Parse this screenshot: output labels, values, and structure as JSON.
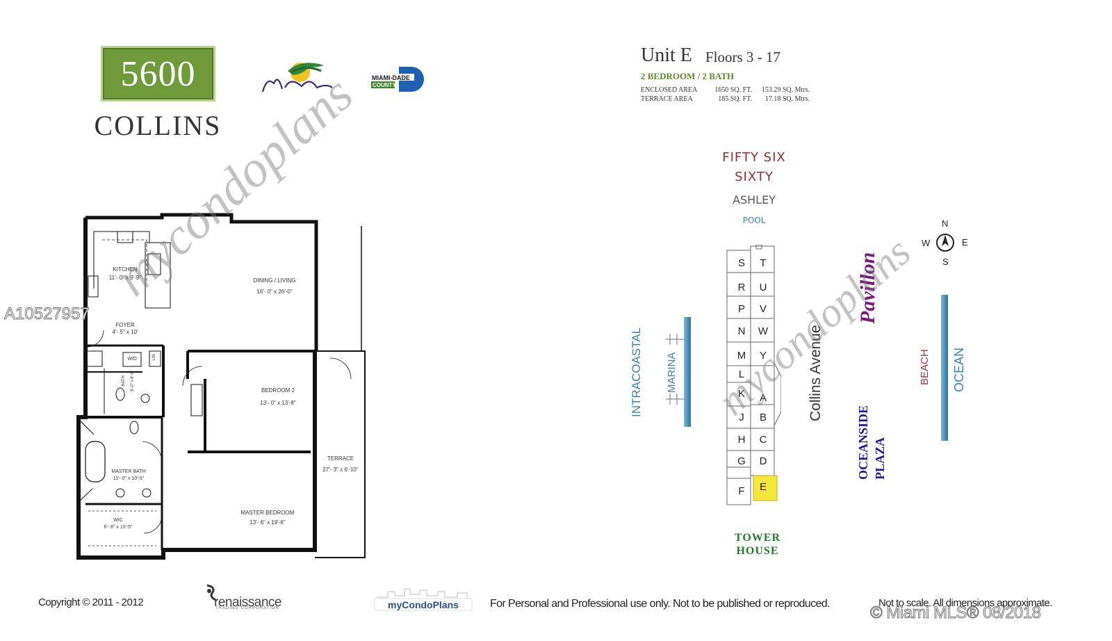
{
  "header": {
    "logo_number": "5600",
    "logo_name": "COLLINS",
    "miami_beach_logo": "Miami Beach",
    "miami_dade_top": "MIAMI-DADE",
    "miami_dade_bottom": "COUNTY"
  },
  "unit": {
    "title": "Unit E",
    "floors": "Floors 3 - 17",
    "bedrooms": "2 BEDROOM / 2 BATH",
    "areas": [
      {
        "label": "ENCLOSED AREA",
        "sqft": "1650 SQ. FT.",
        "mtrs": "153.29 SQ. Mtrs."
      },
      {
        "label": "TERRACE AREA",
        "sqft": "185 SQ. FT.",
        "mtrs": "17.18 SQ. Mtrs."
      }
    ]
  },
  "floorplan": {
    "rooms": {
      "kitchen": "KITCHEN",
      "kitchen_dim": "11'- 0\" x 9'-9\"",
      "dining": "DINING / LIVING",
      "dining_dim": "16'- 0\" x 26'-0\"",
      "foyer": "FOYER",
      "foyer_dim": "4'- 5\" x 10'",
      "bedroom2": "BEDROOM 2",
      "bedroom2_dim": "13'- 0\" x 13'-8\"",
      "terrace": "TERRACE",
      "terrace_dim": "27'- 3\" x 6'-10\"",
      "master_bath": "MASTER BATH",
      "master_bath_dim": "11'- 0\" x 10'-5\"",
      "wic": "WIC",
      "wic_dim": "6'- 8\" x 10'-5\"",
      "master_bedroom": "MASTER BEDROOM",
      "master_bedroom_dim": "13'- 6\" x 19'-6\"",
      "bath": "BATH",
      "bath_dim": "5'-0\" x 8'-8\"",
      "wd": "W/D",
      "lin": "LIN"
    }
  },
  "sitemap": {
    "north_buildings": [
      "FIFTY SIX",
      "SIXTY",
      "ASHLEY"
    ],
    "pool": "POOL",
    "left_column": [
      "S",
      "R",
      "P",
      "N",
      "M",
      "L",
      "K",
      "J",
      "H",
      "G",
      "F"
    ],
    "right_column": [
      "T",
      "U",
      "V",
      "W",
      "Y",
      "A",
      "B",
      "C",
      "D",
      "E"
    ],
    "highlighted_unit": "E",
    "intracoastal": "INTRACOASTAL",
    "marina": "MARINA",
    "collins_avenue": "Collins Avenue",
    "pavillon": "Pavillon",
    "oceanside": "OCEANSIDE",
    "plaza": "PLAZA",
    "beach": "BEACH",
    "ocean": "OCEAN",
    "tower_house_1": "TOWER",
    "tower_house_2": "HOUSE",
    "compass": {
      "n": "N",
      "s": "S",
      "e": "E",
      "w": "W"
    },
    "highlight_color": "#f5e63a",
    "water_color": "#2e6f9a"
  },
  "footer": {
    "copyright": "Copyright © 2011 - 2012",
    "renaissance": "renaissance",
    "renaissance_sub": "TRADING CORPORATION",
    "mycondoplans": "myCondoPlans",
    "usage_note": "For Personal and Professional use only.  Not to be published or reproduced.",
    "scale_note": "Not to scale.  All dimensions approximate.",
    "mls_mark": "© Miami MLS® 08/2018",
    "listing_id": "A10527957"
  },
  "watermark": {
    "text": "mycondoplans"
  }
}
